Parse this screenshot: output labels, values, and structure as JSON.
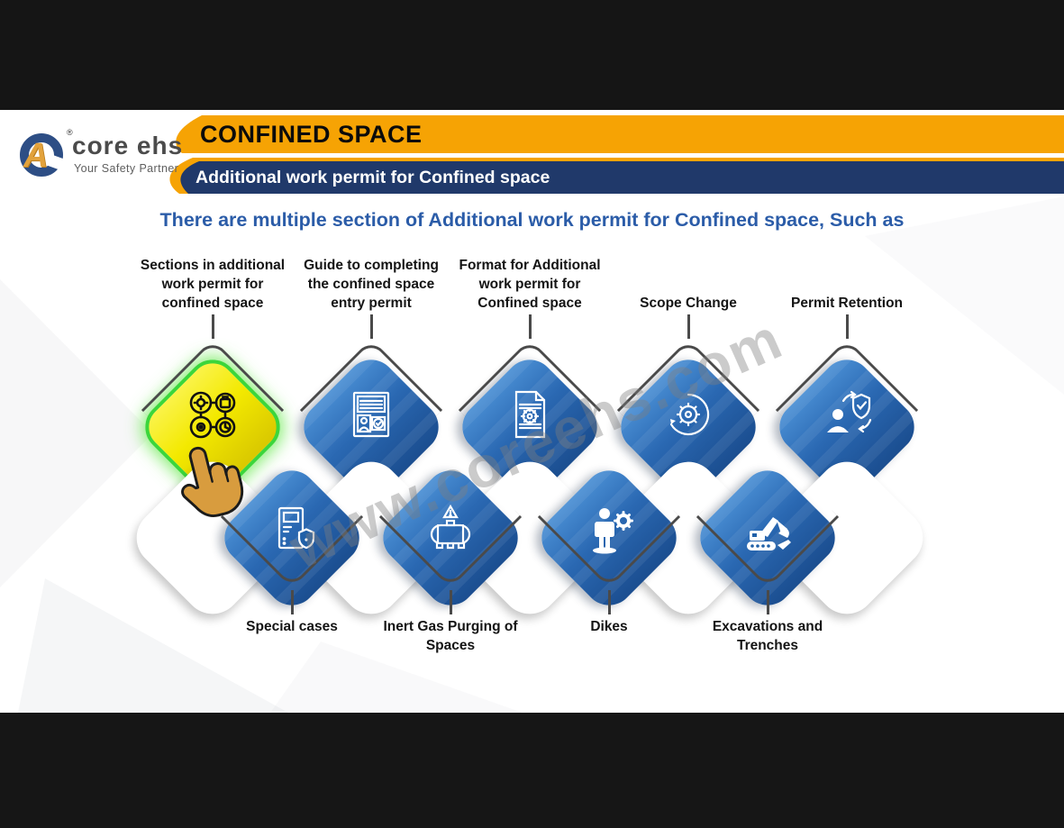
{
  "logo": {
    "brand": "core ehs",
    "tagline": "Your Safety Partner",
    "registered": "®",
    "mark_letter": "A"
  },
  "header": {
    "title": "CONFINED SPACE",
    "subtitle": "Additional work permit for Confined space",
    "orange": "#F6A304",
    "navy": "#20396A"
  },
  "heading": "There are multiple section of Additional work permit for Confined space, Such as",
  "watermark": "www.coreehs.com",
  "diagram": {
    "top_items": [
      {
        "label": "Sections in additional\nwork permit for\nconfined space",
        "icon": "modules-grid-icon",
        "highlighted": true
      },
      {
        "label": "Guide to completing\nthe confined space\nentry permit",
        "icon": "permit-form-icon",
        "highlighted": false
      },
      {
        "label": "Format for Additional\nwork permit for\nConfined space",
        "icon": "document-gear-icon",
        "highlighted": false
      },
      {
        "label": "Scope Change",
        "icon": "gear-refresh-icon",
        "highlighted": false
      },
      {
        "label": "Permit Retention",
        "icon": "person-shield-icon",
        "highlighted": false
      }
    ],
    "bottom_items": [
      {
        "label": "Special cases",
        "icon": "document-shield-icon"
      },
      {
        "label": "Inert Gas Purging of\nSpaces",
        "icon": "gas-tank-icon"
      },
      {
        "label": "Dikes",
        "icon": "person-gear-icon"
      },
      {
        "label": "Excavations and\nTrenches",
        "icon": "excavator-icon"
      }
    ],
    "colors": {
      "diamond_blue": "#2565AE",
      "highlight_yellow": "#F2E600",
      "highlight_border": "#3BD63B",
      "connector_gray": "#4A4A4A",
      "heading_blue": "#2B5CA8",
      "label_black": "#141414"
    }
  }
}
